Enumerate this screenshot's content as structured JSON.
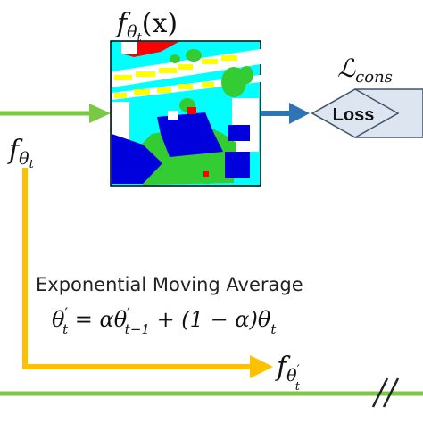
{
  "model_output_label": {
    "f": "f",
    "theta": "θ",
    "sub_t": "t",
    "arg": "(x)"
  },
  "loss_label": {
    "L": "ℒ",
    "sub": "cons"
  },
  "loss_box_text": "Loss",
  "student_label": {
    "f": "f",
    "theta": "θ",
    "sub_t": "t"
  },
  "ema_title": "Exponential Moving Average",
  "ema_formula": {
    "lhs": "θ",
    "lhs_prime": "′",
    "lhs_sub": "t",
    "eq": " = αθ",
    "prev_prime": "′",
    "prev_sub": "t−1",
    "plus": " + (1 − α)θ",
    "last_sub": "t"
  },
  "teacher_label": {
    "f": "f",
    "theta": "θ",
    "prime": "′",
    "sub_t": "t"
  },
  "colors": {
    "green_arrow": "#7ac943",
    "blue_arrow": "#2e75b6",
    "orange_arrow": "#ffc000",
    "diamond_fill": "#dde6f0",
    "diamond_stroke": "#44546a"
  }
}
